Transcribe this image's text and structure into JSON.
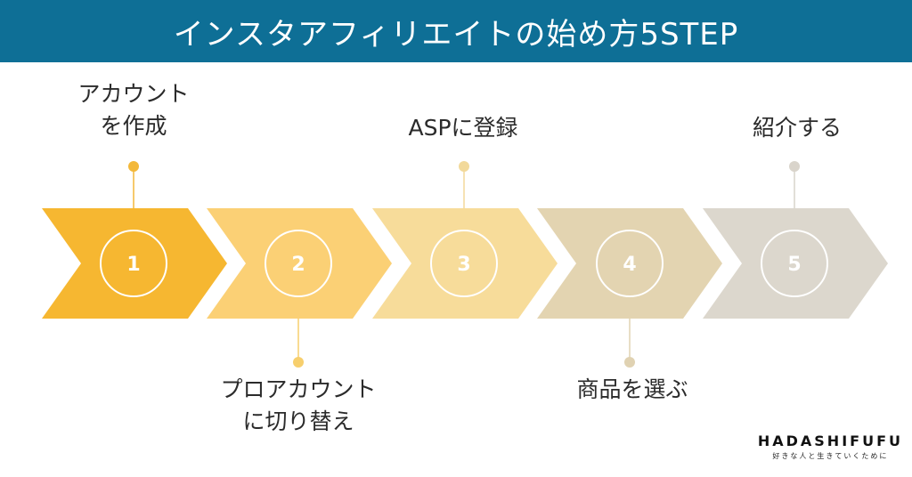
{
  "header": {
    "title": "インスタアフィリエイトの始め方5STEP"
  },
  "steps": [
    {
      "number": "1",
      "label_line1": "アカウント",
      "label_line2": "を作成",
      "color": "#f6b731",
      "dot": "#f3b83a"
    },
    {
      "number": "2",
      "label_line1": "プロアカウント",
      "label_line2": "に切り替え",
      "color": "#fbd075",
      "dot": "#f7cf6d"
    },
    {
      "number": "3",
      "label_line1": "ASPに登録",
      "label_line2": "",
      "color": "#f7dc9a",
      "dot": "#f2d99a"
    },
    {
      "number": "4",
      "label_line1": "商品を選ぶ",
      "label_line2": "",
      "color": "#e3d4b1",
      "dot": "#e0d2b2"
    },
    {
      "number": "5",
      "label_line1": "紹介する",
      "label_line2": "",
      "color": "#dcd7cd",
      "dot": "#d9d4cb"
    }
  ],
  "brand": {
    "name": "HADASHIFUFU",
    "tagline": "好きな人と生きていくために"
  }
}
